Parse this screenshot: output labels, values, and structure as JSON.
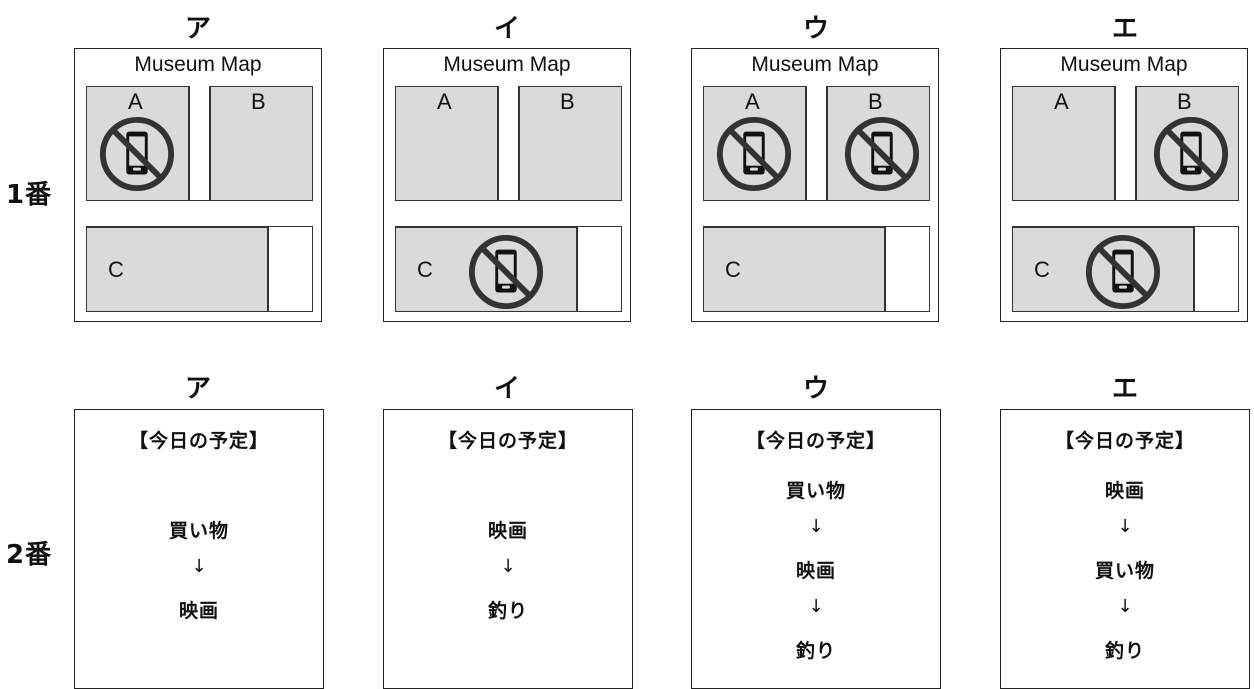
{
  "q1": {
    "number": "1番",
    "options": [
      {
        "label": "ア",
        "map_title": "Museum Map",
        "rooms": {
          "a": "A",
          "b": "B",
          "c": "C"
        },
        "no_phone_rooms": [
          "A"
        ]
      },
      {
        "label": "イ",
        "map_title": "Museum Map",
        "rooms": {
          "a": "A",
          "b": "B",
          "c": "C"
        },
        "no_phone_rooms": [
          "C"
        ]
      },
      {
        "label": "ウ",
        "map_title": "Museum Map",
        "rooms": {
          "a": "A",
          "b": "B",
          "c": "C"
        },
        "no_phone_rooms": [
          "A",
          "B"
        ]
      },
      {
        "label": "エ",
        "map_title": "Museum Map",
        "rooms": {
          "a": "A",
          "b": "B",
          "c": "C"
        },
        "no_phone_rooms": [
          "B",
          "C"
        ]
      }
    ]
  },
  "q2": {
    "number": "2番",
    "options": [
      {
        "label": "ア",
        "title": "【今日の予定】",
        "items": [
          "買い物",
          "映画"
        ],
        "arrow": "↓"
      },
      {
        "label": "イ",
        "title": "【今日の予定】",
        "items": [
          "映画",
          "釣り"
        ],
        "arrow": "↓"
      },
      {
        "label": "ウ",
        "title": "【今日の予定】",
        "items": [
          "買い物",
          "映画",
          "釣り"
        ],
        "arrow": "↓"
      },
      {
        "label": "エ",
        "title": "【今日の予定】",
        "items": [
          "映画",
          "買い物",
          "釣り"
        ],
        "arrow": "↓"
      }
    ]
  },
  "icons": {
    "no_phone": "no-phone-icon"
  }
}
